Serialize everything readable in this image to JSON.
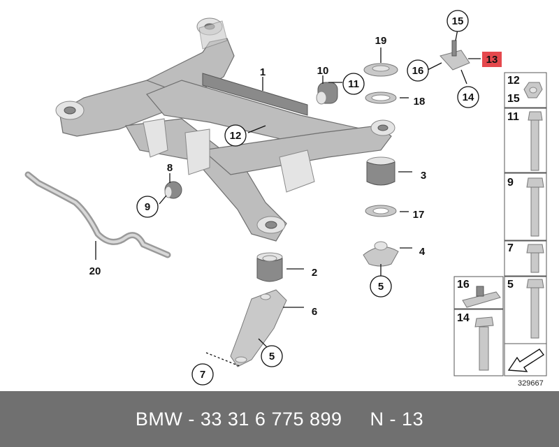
{
  "footer": {
    "text": "BMW - 33 31 6 775 899     N - 13"
  },
  "reference_number": "329667",
  "highlight_color": "#e5484d",
  "callouts": [
    {
      "id": "c1",
      "label": "1",
      "style": "plain"
    },
    {
      "id": "c2",
      "label": "2",
      "style": "plain"
    },
    {
      "id": "c3",
      "label": "3",
      "style": "plain"
    },
    {
      "id": "c4",
      "label": "4",
      "style": "plain"
    },
    {
      "id": "c5a",
      "label": "5",
      "style": "circle"
    },
    {
      "id": "c5b",
      "label": "5",
      "style": "circle"
    },
    {
      "id": "c6",
      "label": "6",
      "style": "plain"
    },
    {
      "id": "c7",
      "label": "7",
      "style": "circle"
    },
    {
      "id": "c8",
      "label": "8",
      "style": "plain"
    },
    {
      "id": "c9",
      "label": "9",
      "style": "circle"
    },
    {
      "id": "c10",
      "label": "10",
      "style": "plain"
    },
    {
      "id": "c11",
      "label": "11",
      "style": "circle"
    },
    {
      "id": "c12",
      "label": "12",
      "style": "circle"
    },
    {
      "id": "c13",
      "label": "13",
      "style": "highlight"
    },
    {
      "id": "c14",
      "label": "14",
      "style": "circle"
    },
    {
      "id": "c15",
      "label": "15",
      "style": "circle"
    },
    {
      "id": "c16",
      "label": "16",
      "style": "circle"
    },
    {
      "id": "c17",
      "label": "17",
      "style": "plain"
    },
    {
      "id": "c18",
      "label": "18",
      "style": "plain"
    },
    {
      "id": "c19",
      "label": "19",
      "style": "plain"
    },
    {
      "id": "c20",
      "label": "20",
      "style": "plain"
    }
  ],
  "side_panel": [
    {
      "label": "12",
      "label2": "15"
    },
    {
      "label": "11"
    },
    {
      "label": "9"
    },
    {
      "label": "7"
    },
    {
      "label": "5"
    },
    {
      "label": "16"
    },
    {
      "label": "14"
    }
  ]
}
